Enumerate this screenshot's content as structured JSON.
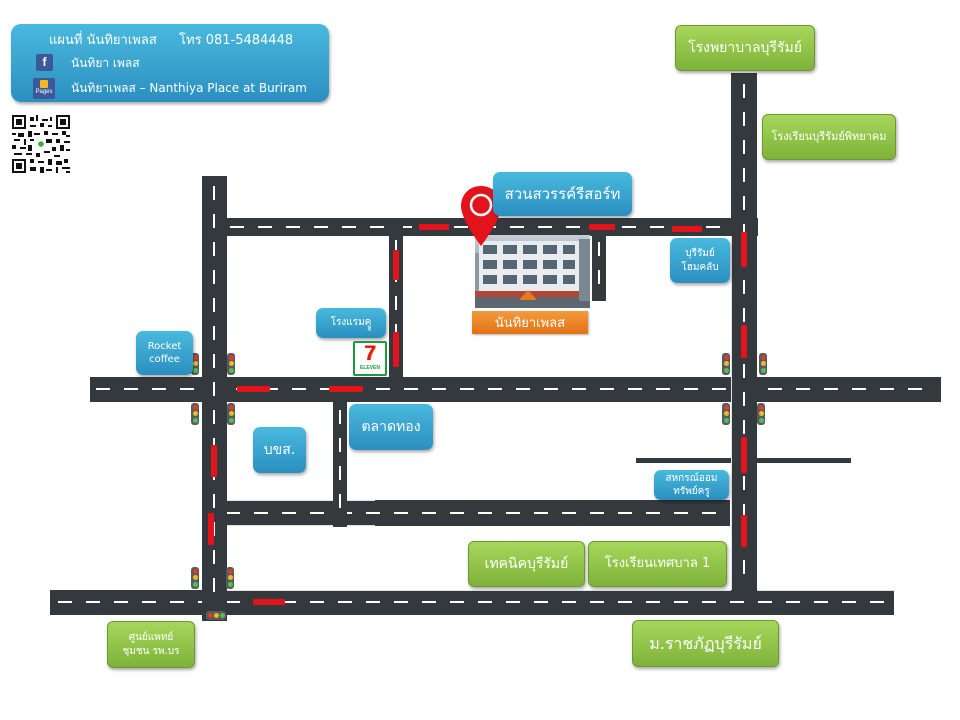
{
  "header": {
    "title": "แผนที่ นันทิยาเพลส",
    "phone": "โทร 081-5484448",
    "facebook_label": "นันทิยา เพลส",
    "page_label": "นันทิยาเพลส – Nanthiya Place at Buriram",
    "facebook_icon_glyph": "f",
    "page_icon_caption": "Pages"
  },
  "places": {
    "resort": "สวนสวรรค์รีสอร์ท",
    "hotel": "นันทิยาเพลส",
    "hospital": "โรงพยาบาลบุรีรัมย์",
    "school_pittayakom": "โรงเรียนบุรีรัมย์พิทยาคม",
    "home_club": "บุรีรัมย์\nโฮมคลับ",
    "rocket_coffee": "Rocket\ncoffee",
    "rongraem_koo": "โรงแรมคูู",
    "seven_eleven": "7",
    "seven_eleven_caption": "ELEVEN",
    "talad_thong": "ตลาดทอง",
    "bks": "บขส.",
    "cooperative": "สหกรณ์ออม\nทรัพย์ครู",
    "technic": "เทคนิคบุรีรัมย์",
    "municipal_school": "โรงเรียนเทศบาล 1",
    "health_center": "ศูนย์แพทย์\nชุมชน รพ.บร",
    "rajabhat": "ม.ราชภัฏบุรีรัมย์"
  },
  "colors": {
    "blue_label": "#2b8fc0",
    "green_label": "#7fb23a",
    "road": "#34393d",
    "no_parking": "#e3131b",
    "hotel_tag": "#e87722",
    "pin": "#e3131b"
  },
  "icons": [
    "facebook-icon",
    "pages-icon",
    "qr-code",
    "location-pin-icon",
    "seven-eleven-logo",
    "traffic-light-icon"
  ]
}
